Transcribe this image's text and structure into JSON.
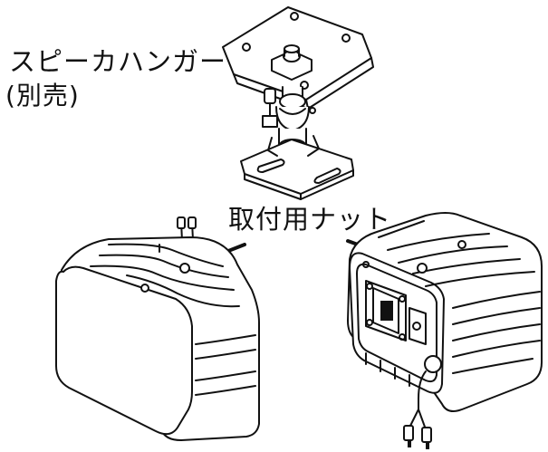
{
  "labels": {
    "speaker_hanger": "スピーカハンガー",
    "sold_separately": "(別売)",
    "mounting_nut": "取付用ナット"
  },
  "colors": {
    "line": "#111111",
    "background": "#ffffff"
  },
  "icons": [
    "speaker-hanger-bracket",
    "speaker-front-view",
    "speaker-rear-view",
    "pointer-arrow"
  ]
}
